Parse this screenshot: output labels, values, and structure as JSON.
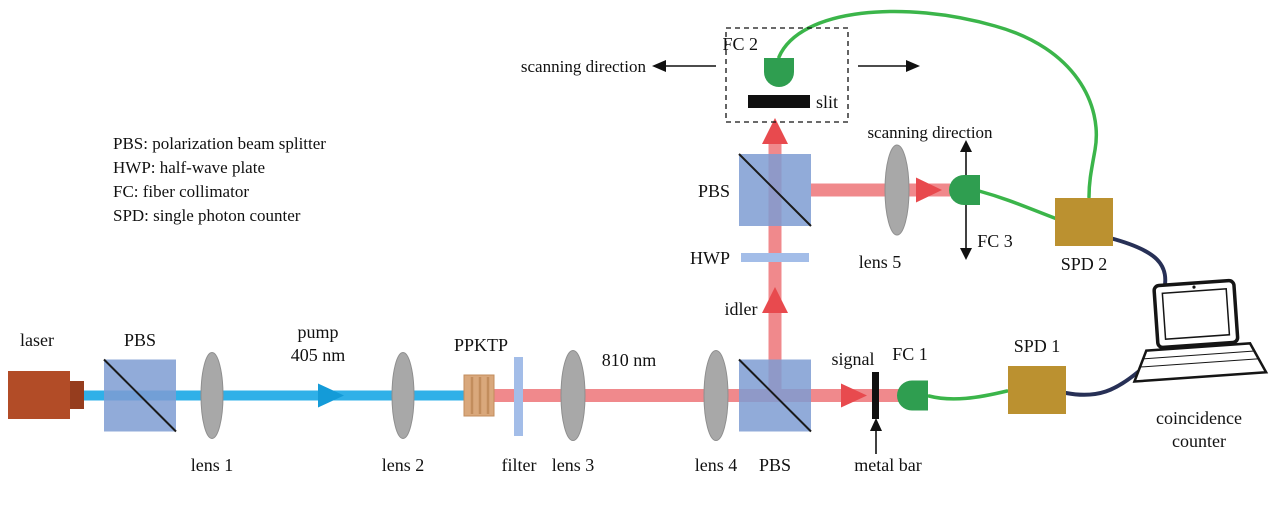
{
  "legend": {
    "lines": [
      "PBS: polarization beam splitter",
      "HWP: half-wave plate",
      "FC: fiber collimator",
      "SPD: single photon counter"
    ]
  },
  "labels": {
    "laser": "laser",
    "pbs1": "PBS",
    "lens1": "lens 1",
    "pump1": "pump",
    "pump2": "405 nm",
    "lens2": "lens 2",
    "ppktp": "PPKTP",
    "filter": "filter",
    "lens3": "lens 3",
    "wavelength": "810 nm",
    "lens4": "lens 4",
    "pbs2": "PBS",
    "signal": "signal",
    "metal_bar": "metal bar",
    "fc1": "FC 1",
    "spd1": "SPD 1",
    "idler": "idler",
    "hwp": "HWP",
    "pbs3": "PBS",
    "lens5": "lens 5",
    "fc3": "FC 3",
    "spd2": "SPD 2",
    "fc2": "FC 2",
    "slit": "slit",
    "scan_top": "scanning direction",
    "scan_right": "scanning direction",
    "coincidence1": "coincidence",
    "coincidence2": "counter"
  },
  "colors": {
    "pump_beam": "#2fb0e8",
    "pump_arrow": "#149bd8",
    "photon_beam": "#f0898c",
    "photon_arrow": "#e84a4e",
    "pbs_fill": "#7e9cd2",
    "lens_fill": "#a8a8a8",
    "lens_stroke": "#8f8f8f",
    "laser_fill": "#b24c27",
    "laser_dark": "#963d1e",
    "ppktp_fill": "#d9a87c",
    "ppktp_stripe": "#c28d5d",
    "filter_fill": "#a3bde8",
    "hwp_fill": "#a3bde8",
    "fc_fill": "#2f9e50",
    "spd_fill": "#bb9130",
    "fiber": "#3bb54a",
    "cable": "#273056",
    "ink": "#111111"
  }
}
